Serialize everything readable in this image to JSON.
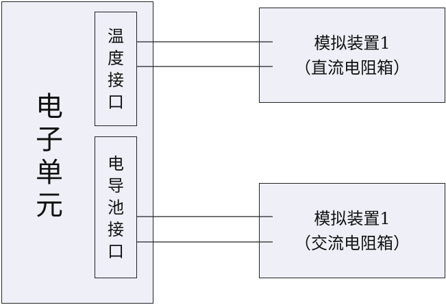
{
  "electronic_unit": {
    "label_chars": [
      "电",
      "子",
      "单",
      "元"
    ]
  },
  "temperature_port": {
    "label_chars": [
      "温",
      "度",
      "接",
      "口"
    ]
  },
  "conductivity_port": {
    "label_chars": [
      "电",
      "导",
      "池",
      "接",
      "口"
    ]
  },
  "device_top": {
    "title": "模拟装置1",
    "subtitle": "（直流电阻箱）"
  },
  "device_bottom": {
    "title": "模拟装置1",
    "subtitle": "（交流电阻箱）"
  }
}
